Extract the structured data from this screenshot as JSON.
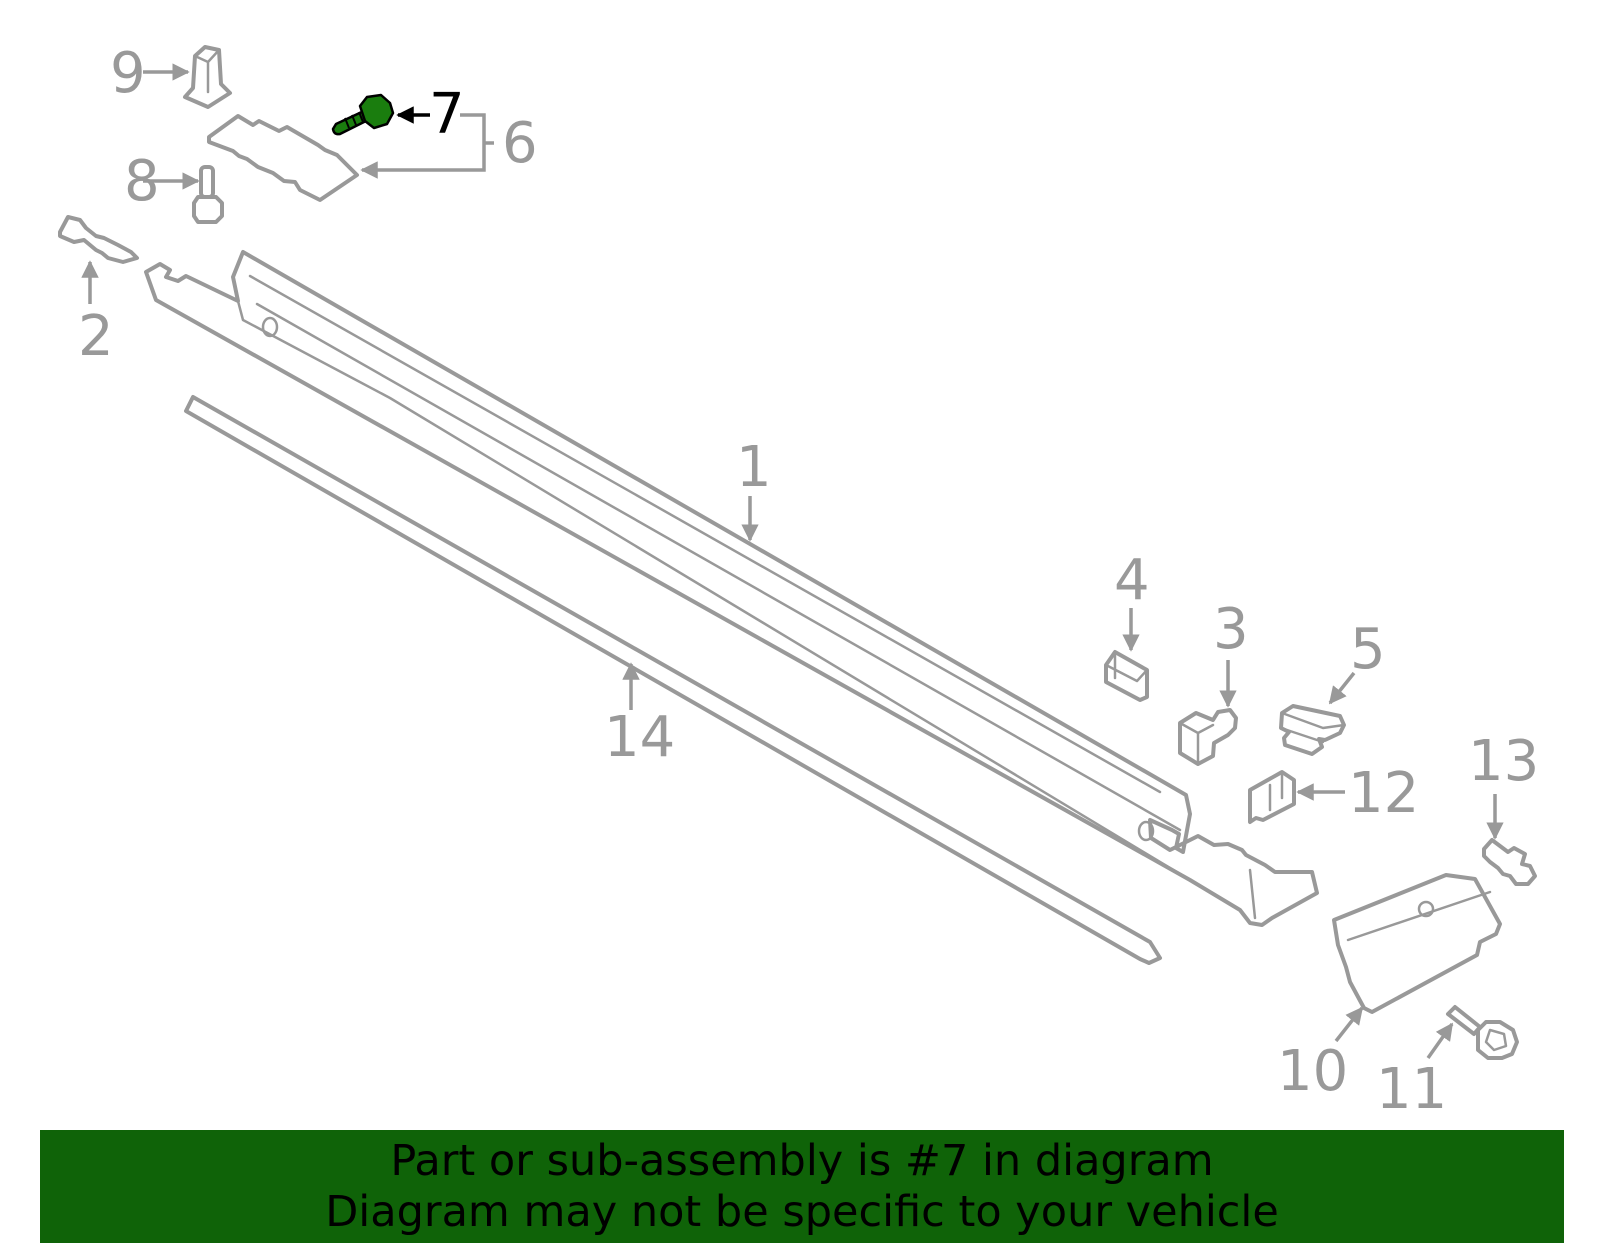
{
  "diagram": {
    "callouts": [
      {
        "id": "1",
        "label": "1"
      },
      {
        "id": "2",
        "label": "2"
      },
      {
        "id": "3",
        "label": "3"
      },
      {
        "id": "4",
        "label": "4"
      },
      {
        "id": "5",
        "label": "5"
      },
      {
        "id": "6",
        "label": "6"
      },
      {
        "id": "7",
        "label": "7",
        "highlighted": true
      },
      {
        "id": "8",
        "label": "8"
      },
      {
        "id": "9",
        "label": "9"
      },
      {
        "id": "10",
        "label": "10"
      },
      {
        "id": "11",
        "label": "11"
      },
      {
        "id": "12",
        "label": "12"
      },
      {
        "id": "13",
        "label": "13"
      },
      {
        "id": "14",
        "label": "14"
      }
    ],
    "highlight_color": "#1a7d0e",
    "line_color": "#999999"
  },
  "banner": {
    "line1": "Part or sub-assembly is #7 in diagram",
    "line2": "Diagram may not be specific to your vehicle",
    "background": "#0f6308"
  }
}
